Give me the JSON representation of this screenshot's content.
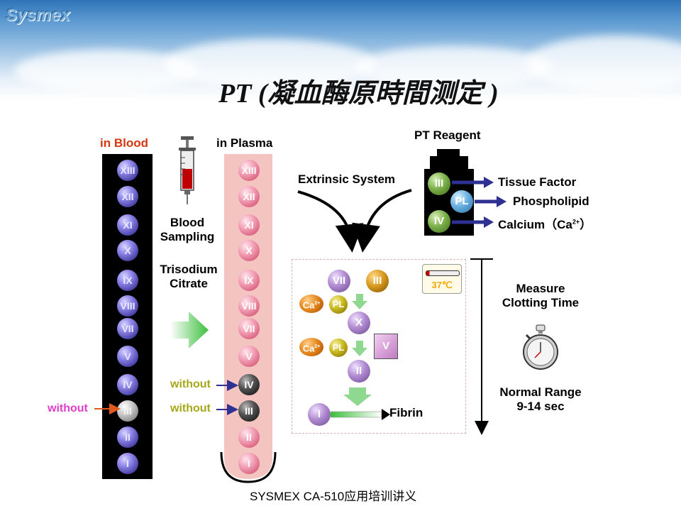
{
  "header": {
    "logo": "Sysmex",
    "title": "PT (凝血酶原時間测定 )"
  },
  "blood_column": {
    "label": "in Blood",
    "factors": [
      "XIII",
      "XII",
      "XI",
      "X",
      "IX",
      "VIII",
      "VII",
      "V",
      "IV",
      "III",
      "II",
      "I"
    ],
    "missing_label": "without",
    "missing_factor": "III"
  },
  "procedure": {
    "step1_line1": "Blood",
    "step1_line2": "Sampling",
    "step2_line1": "Trisodium",
    "step2_line2": "Citrate"
  },
  "plasma_column": {
    "label": "in Plasma",
    "factors": [
      "XIII",
      "XII",
      "XI",
      "X",
      "IX",
      "VIII",
      "VII",
      "V",
      "IV",
      "III",
      "II",
      "I"
    ],
    "missing_label_1": "without",
    "missing_factor_1": "IV",
    "missing_label_2": "without",
    "missing_factor_2": "III"
  },
  "reagent": {
    "title": "PT Reagent",
    "items": [
      {
        "factor": "III",
        "name": "Tissue Factor"
      },
      {
        "factor": "PL",
        "name": "Phospholipid"
      },
      {
        "factor": "IV",
        "name": "Calcium（Ca",
        "sup": "2+",
        "close": "）"
      }
    ]
  },
  "extrinsic_label": "Extrinsic System",
  "reaction": {
    "temperature": "37℃",
    "n_vii": "VII",
    "n_iii": "III",
    "n_ca1": "Ca",
    "n_ca1_sup": "2+",
    "n_pl1": "PL",
    "n_x": "X",
    "n_ca2": "Ca",
    "n_ca2_sup": "2+",
    "n_pl2": "PL",
    "n_v": "V",
    "n_ii": "II",
    "n_i": "I",
    "product": "Fibrin"
  },
  "measure": {
    "line1": "Measure",
    "line2": "Clotting Time",
    "range_line1": "Normal Range",
    "range_line2": "9-14 sec"
  },
  "footer": "SYSMEX CA-510应用培训讲义",
  "colors": {
    "in_blood_label": "#d4380d",
    "without_blood": "#e040c8",
    "without_plasma": "#a6a81a",
    "plasma_tube": "#f4c4c0",
    "blood_column": "#000000",
    "reagent_arrow": "#2e3192",
    "temp_text": "#f2a900"
  }
}
